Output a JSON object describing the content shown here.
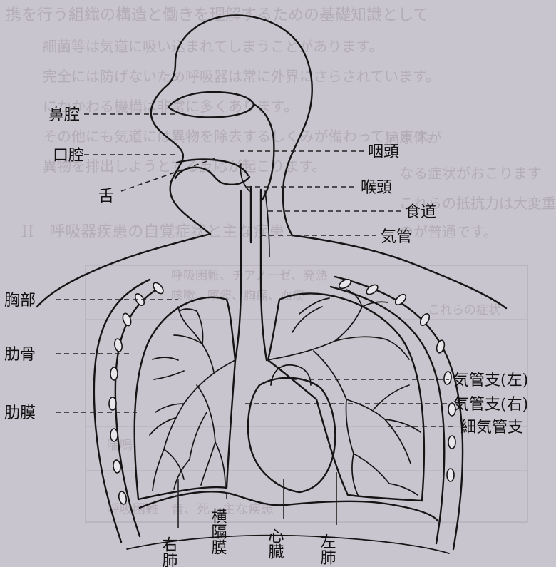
{
  "background_text": {
    "top_lines": [
      "携を行う組織の構造と働きを理解するための基礎知識として",
      "細菌等は気道に吸い込まれてしまうことがあります。",
      "完全には防げないため呼吸器は常に外界にさらされています。",
      "にかかわる機構は非常に多くあります。",
      "その他にも気道には異物を除去するしくみが備わっています。",
      "異物を排出しようとする反応が起こります。"
    ],
    "right_lines": [
      "病原体が",
      "なる症状がおこります",
      "これらの抵抗力は大変重要な",
      "のが普通です。"
    ],
    "section_heading": "II　呼吸器疾患の自覚症状と主な疾患",
    "table_lines": [
      "呼吸困難、チアノーゼ、発熱",
      "咳嗽、喀痰、胸痛、血痰",
      "これらの症状",
      "喘鳴",
      "呼吸困難　音、死、主な疾患"
    ]
  },
  "colors": {
    "page": "#c9c5ce",
    "ink": "#151515",
    "faded_text": "#b3adb8"
  },
  "labels": {
    "nasal_cavity": "鼻腔",
    "oral_cavity": "口腔",
    "tongue": "舌",
    "pharynx": "咽頭",
    "larynx": "喉頭",
    "esophagus": "食道",
    "trachea": "気管",
    "chest": "胸部",
    "ribs": "肋骨",
    "pleura": "肋膜",
    "bronchus_left": "気管支(左)",
    "bronchus_right": "気管支(右)",
    "bronchiole": "細気管支",
    "right_lung": "右肺",
    "diaphragm": "横隔膜",
    "heart": "心臓",
    "left_lung": "左肺"
  }
}
